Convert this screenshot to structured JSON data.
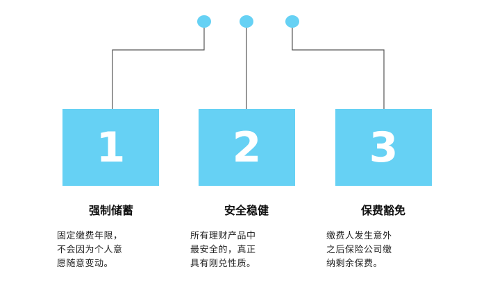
{
  "accent_color": "#66d1f4",
  "line_color": "#555555",
  "items": [
    {
      "number": "1",
      "title": "强制储蓄",
      "desc_lines": [
        "固定缴费年限，",
        "不会因为个人意",
        "愿随意变动。"
      ]
    },
    {
      "number": "2",
      "title": "安全稳健",
      "desc_lines": [
        "所有理财产品中",
        "最安全的，真正",
        "具有刚兑性质。"
      ]
    },
    {
      "number": "3",
      "title": "保费豁免",
      "desc_lines": [
        "缴费人发生意外",
        "之后保险公司缴",
        "纳剩余保费。"
      ]
    }
  ]
}
